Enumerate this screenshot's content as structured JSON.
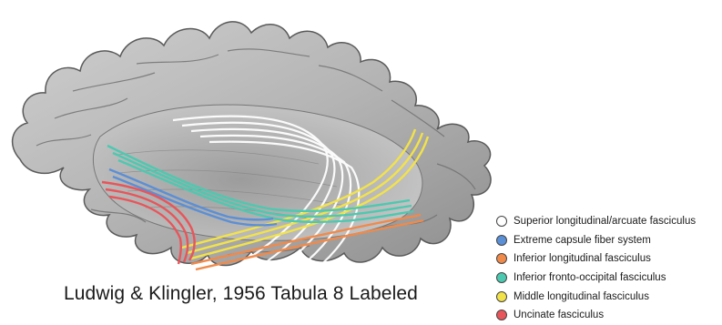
{
  "caption": "Ludwig & Klingler, 1956 Tabula 8 Labeled",
  "legend": [
    {
      "label": "Superior longitudinal/arcuate fasciculus",
      "color": "#ffffff",
      "icon": "white-circle-swatch"
    },
    {
      "label": "Extreme capsule fiber system",
      "color": "#5b8fd6",
      "icon": "blue-circle-swatch"
    },
    {
      "label": "Inferior longitudinal fasciculus",
      "color": "#f08a4b",
      "icon": "orange-circle-swatch"
    },
    {
      "label": "Inferior fronto-occipital fasciculus",
      "color": "#4cc9b0",
      "icon": "teal-circle-swatch"
    },
    {
      "label": "Middle longitudinal fasciculus",
      "color": "#f2e24a",
      "icon": "yellow-circle-swatch"
    },
    {
      "label": "Uncinate fasciculus",
      "color": "#e8555a",
      "icon": "red-circle-swatch"
    }
  ],
  "colors": {
    "brain_light": "#d8d8d8",
    "brain_mid": "#a9a9a9",
    "brain_dark": "#5a5a5a",
    "background": "#ffffff"
  }
}
